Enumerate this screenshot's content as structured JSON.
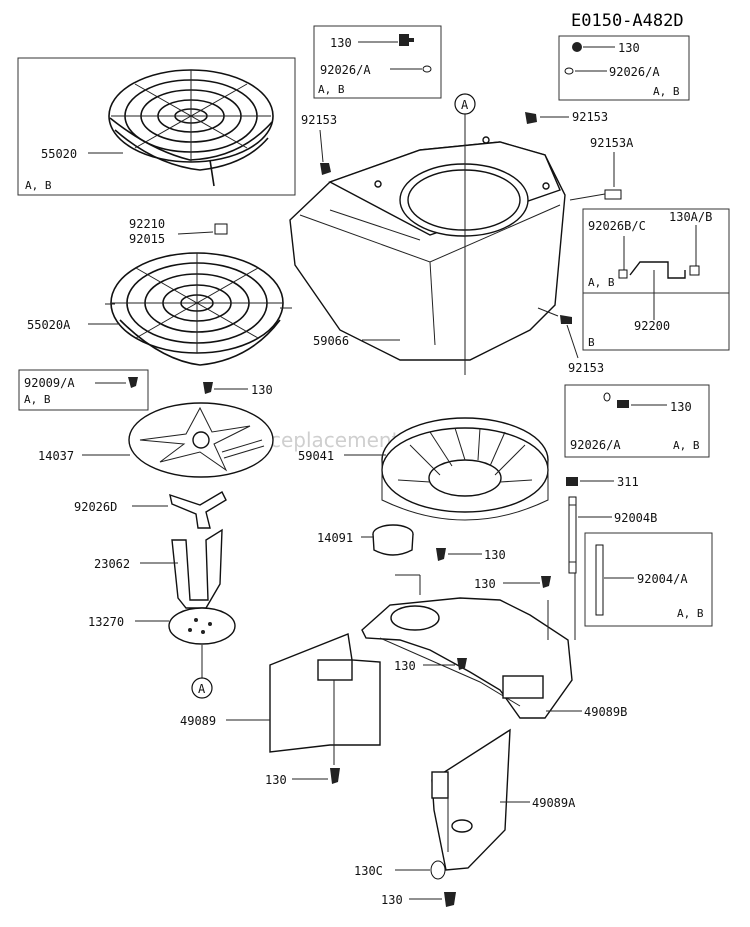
{
  "diagram_code": "E0150-A482D",
  "watermark": "ceplacement",
  "view_marker": "A",
  "boxes": {
    "box1": {
      "ref_a": "130",
      "ref_b": "92026/A",
      "variant": "A, B"
    },
    "box2": {
      "ref_a": "130",
      "ref_b": "92026/A",
      "variant": "A, B"
    },
    "box_grill": {
      "variant": "A, B"
    },
    "box_bracket": {
      "ref_a": "92026B/C",
      "ref_b": "130A/B",
      "ref_c": "92200",
      "variant_ab": "A, B",
      "variant_b": "B"
    },
    "box_screw": {
      "ref_a": "92009/A",
      "variant": "A, B"
    },
    "box_washer": {
      "ref_a": "130",
      "ref_b": "92026/A",
      "variant": "A, B"
    },
    "box_stud": {
      "ref_a": "92004/A",
      "variant": "A, B"
    }
  },
  "labels": {
    "l55020": "55020",
    "l92153_a": "92153",
    "l92153_b": "92153",
    "l92153A": "92153A",
    "l92210": "92210",
    "l92015": "92015",
    "l55020A": "55020A",
    "l59066": "59066",
    "l92153_c": "92153",
    "l130_a": "130",
    "l14037": "14037",
    "l59041": "59041",
    "l92026D": "92026D",
    "l311": "311",
    "l92004B": "92004B",
    "l23062": "23062",
    "l14091": "14091",
    "l130_b": "130",
    "l130_c": "130",
    "l13270": "13270",
    "l130_d": "130",
    "l49089": "49089",
    "l49089B": "49089B",
    "l130_e": "130",
    "l49089A": "49089A",
    "l130C": "130C",
    "l130_f": "130"
  }
}
